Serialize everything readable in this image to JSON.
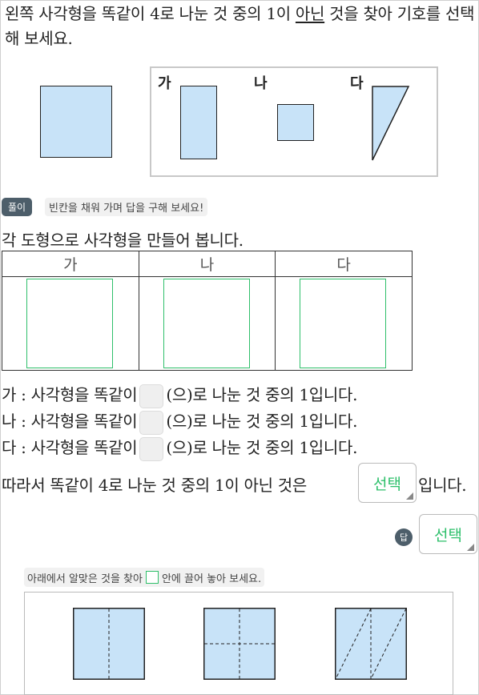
{
  "question": {
    "part1": "왼쪽 사각형을 똑같이 4로 나눈 것 중의 1이 ",
    "underlined": "아닌",
    "part2": " 것을 찾아 기호를 선택해 보세요."
  },
  "figures": {
    "label_ga": "가",
    "label_na": "나",
    "label_da": "다"
  },
  "solution": {
    "badge": "풀이",
    "hint": "빈칸을 채워 가며 답을 구해 보세요!",
    "intro": "각 도형으로 사각형을 만들어 봅니다.",
    "table_headers": [
      "가",
      "나",
      "다"
    ],
    "lines": [
      {
        "prefix": "가 : 사각형을 똑같이",
        "suffix": "(으)로 나눈 것 중의 1입니다."
      },
      {
        "prefix": "나 : 사각형을 똑같이",
        "suffix": "(으)로 나눈 것 중의 1입니다."
      },
      {
        "prefix": "다 : 사각형을 똑같이",
        "suffix": "(으)로 나눈 것 중의 1입니다."
      }
    ],
    "conclusion_prefix": "따라서 똑같이 4로 나눈 것 중의 1이 아닌 것은",
    "conclusion_suffix": "입니다.",
    "select_label": "선택"
  },
  "answer": {
    "badge": "답",
    "select_label": "선택"
  },
  "drag": {
    "hint_prefix": "아래에서 알맞은 것을 찾아",
    "hint_suffix": "안에 끌어 놓아 보세요."
  },
  "colors": {
    "shape_fill": "#c8e3f8",
    "accent_green": "#2cbf6a",
    "badge_bg": "#4d5e6a"
  }
}
